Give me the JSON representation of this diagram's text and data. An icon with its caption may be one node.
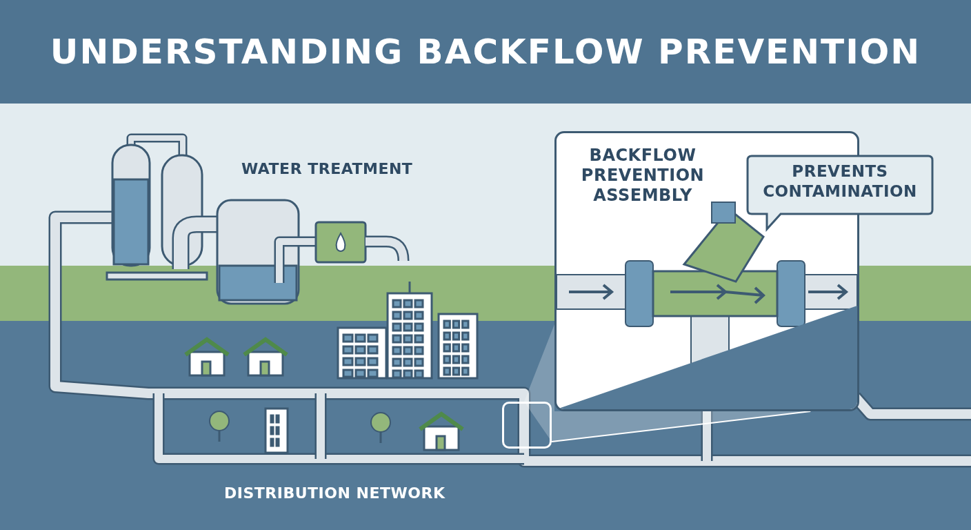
{
  "diagram": {
    "title": "UNDERSTANDING BACKFLOW PREVENTION",
    "nodes": [
      {
        "text": [
          "BACKFLOW PREVENTION ASSEMBLY"
        ]
      },
      {
        "text": [
          "PREVENTS CONTAMINATION"
        ]
      },
      {
        "text": [],
        "shape": "box"
      }
    ],
    "edges": [
      {
        "from": 2,
        "to": 0,
        "arrow": "none"
      }
    ],
    "labels": [
      "WATER TREATMENT",
      "DISTRIBUTION NETWORK"
    ]
  }
}
